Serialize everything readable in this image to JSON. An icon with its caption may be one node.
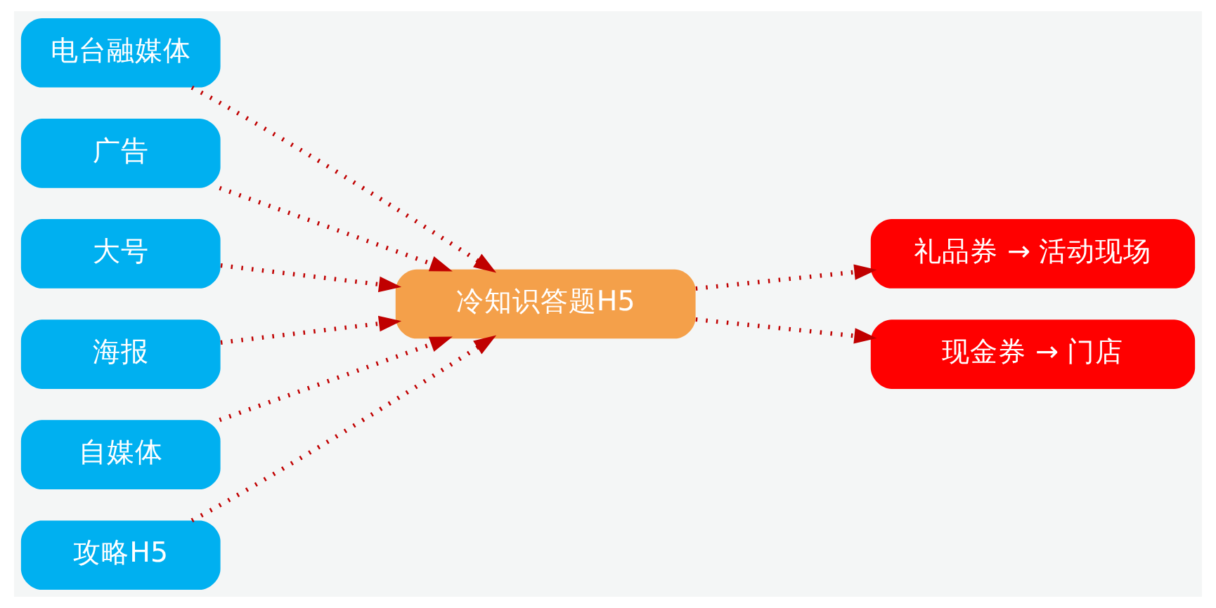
{
  "diagram": {
    "nodes": [
      {
        "text": [
          "电台融媒体"
        ]
      },
      {
        "text": [
          "广告"
        ]
      },
      {
        "text": [
          "大号"
        ]
      },
      {
        "text": [
          "海报"
        ]
      },
      {
        "text": [
          "自媒体"
        ]
      },
      {
        "text": [
          "攻略H5"
        ]
      },
      {
        "text": [
          "冷知识答题H5"
        ]
      },
      {
        "text": [
          "礼品券 → 活动现场"
        ]
      },
      {
        "text": [
          "现金券 → 门店"
        ]
      }
    ],
    "edges": [
      {
        "from": 0,
        "to": 6,
        "arrow": "to",
        "style": "dashed"
      },
      {
        "from": 1,
        "to": 6,
        "arrow": "to",
        "style": "dashed"
      },
      {
        "from": 2,
        "to": 6,
        "arrow": "to",
        "style": "dashed"
      },
      {
        "from": 3,
        "to": 6,
        "arrow": "to",
        "style": "dashed"
      },
      {
        "from": 4,
        "to": 6,
        "arrow": "to",
        "style": "dashed"
      },
      {
        "from": 5,
        "to": 6,
        "arrow": "to",
        "style": "dashed"
      },
      {
        "from": 6,
        "to": 7,
        "arrow": "to",
        "style": "dashed"
      },
      {
        "from": 6,
        "to": 8,
        "arrow": "to",
        "style": "dashed"
      }
    ]
  }
}
